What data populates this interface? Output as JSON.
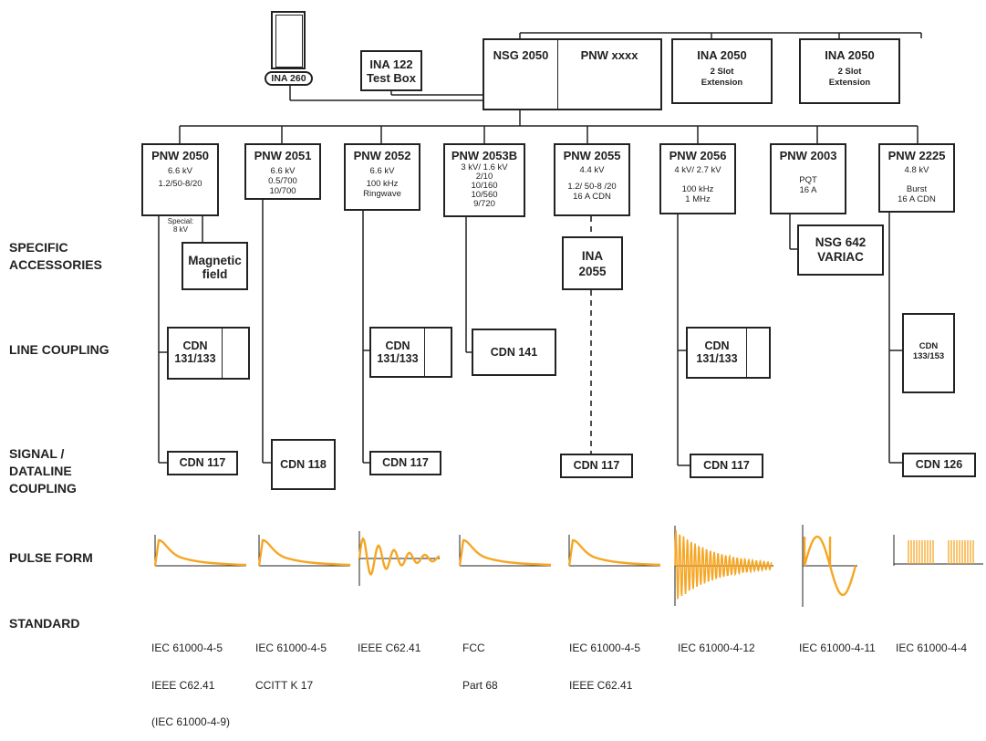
{
  "top": {
    "ina260": "INA 260",
    "ina122": {
      "line1": "INA 122",
      "line2": "Test Box"
    },
    "nsg2050": "NSG 2050",
    "pnwxxxx": "PNW xxxx",
    "ext1": {
      "title": "INA 2050",
      "l1": "2 Slot",
      "l2": "Extension"
    },
    "ext2": {
      "title": "INA 2050",
      "l1": "2 Slot",
      "l2": "Extension"
    }
  },
  "row_labels": {
    "specific": [
      "SPECIFIC",
      "ACCESSORIES"
    ],
    "line": "LINE COUPLING",
    "signal": [
      "SIGNAL /",
      "DATALINE",
      "COUPLING"
    ],
    "pulse": "PULSE FORM",
    "standard": "STANDARD"
  },
  "modules": [
    {
      "name": "PNW 2050",
      "specs": [
        "6.6 kV",
        "1.2/50-8/20"
      ]
    },
    {
      "name": "PNW 2051",
      "specs": [
        "6.6 kV",
        "0.5/700",
        "10/700"
      ]
    },
    {
      "name": "PNW 2052",
      "specs": [
        "6.6 kV",
        "100 kHz",
        "Ringwave"
      ]
    },
    {
      "name": "PNW 2053B",
      "specs": [
        "3 kV/ 1.6 kV",
        "2/10",
        "10/160",
        "10/560",
        "9/720"
      ]
    },
    {
      "name": "PNW 2055",
      "specs": [
        "4.4 kV",
        "",
        "1.2/ 50-8 /20",
        "16 A CDN"
      ]
    },
    {
      "name": "PNW 2056",
      "specs": [
        "4 kV/ 2.7 kV",
        "",
        "100 kHz",
        "1 MHz"
      ]
    },
    {
      "name": "PNW 2003",
      "specs": [
        "",
        "PQT",
        "16 A"
      ]
    },
    {
      "name": "PNW 2225",
      "specs": [
        "4.8 kV",
        "",
        "Burst",
        "16 A CDN"
      ]
    }
  ],
  "accessories": {
    "special_note": [
      "Special:",
      "8 kV"
    ],
    "magnetic": [
      "Magnetic",
      "field"
    ],
    "ina2055": [
      "INA",
      "2055"
    ],
    "nsg642": [
      "NSG 642",
      "VARIAC"
    ]
  },
  "line_coupling": {
    "c1": [
      "CDN",
      "131/133"
    ],
    "c2": [
      "CDN",
      "131/133"
    ],
    "c3": "CDN 141",
    "c4": [
      "CDN",
      "131/133"
    ],
    "c5": [
      "CDN",
      "133/153"
    ]
  },
  "signal_coupling": [
    "CDN 117",
    "CDN 118",
    "CDN 117",
    "CDN 117",
    "CDN 117",
    "CDN 126"
  ],
  "pulse_forms": [
    "surge-decay",
    "surge-decay",
    "ringwave",
    "surge-decay",
    "surge-decay",
    "oscillatory-1mhz",
    "voltage-dip",
    "burst"
  ],
  "standards": [
    [
      "IEC 61000-4-5",
      "IEEE C62.41",
      "(IEC 61000-4-9)"
    ],
    [
      "IEC 61000-4-5",
      "CCITT K 17"
    ],
    [
      "IEEE C62.41"
    ],
    [
      "FCC",
      "Part 68"
    ],
    [
      "IEC 61000-4-5",
      "IEEE C62.41"
    ],
    [
      "IEC 61000-4-12"
    ],
    [
      "IEC 61000-4-11"
    ],
    [
      "IEC 61000-4-4"
    ]
  ],
  "colors": {
    "wave": "#f6a623",
    "line": "#222222"
  }
}
